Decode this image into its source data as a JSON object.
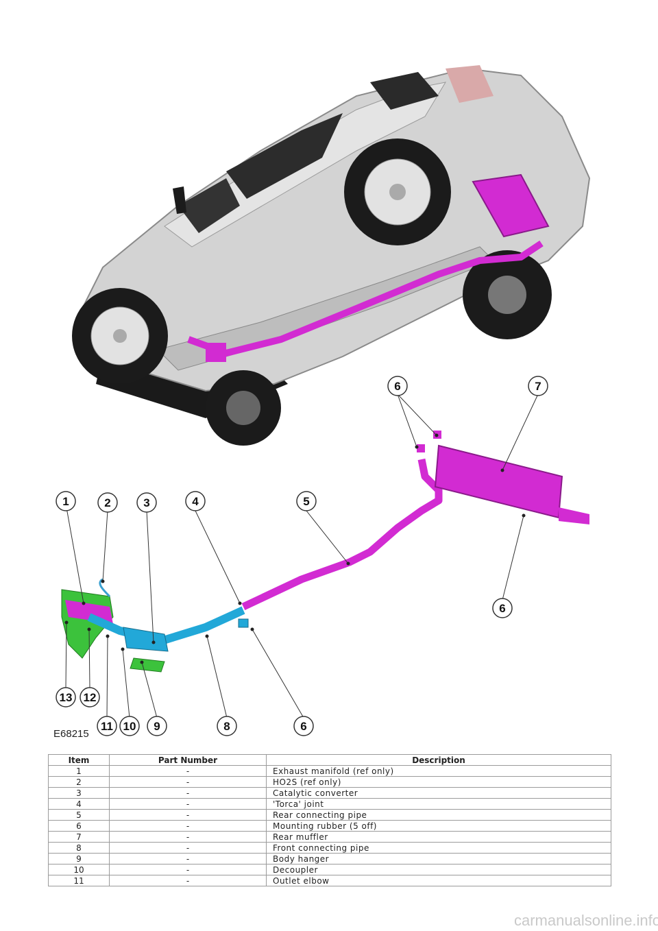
{
  "figure": {
    "code": "E68215",
    "callouts": [
      "1",
      "2",
      "3",
      "4",
      "5",
      "6",
      "7",
      "6",
      "6",
      "8",
      "9",
      "10",
      "11",
      "12",
      "13"
    ]
  },
  "table": {
    "headers": [
      "Item",
      "Part Number",
      "Description"
    ],
    "rows": [
      [
        "1",
        "-",
        "Exhaust manifold (ref only)"
      ],
      [
        "2",
        "-",
        "HO2S (ref only)"
      ],
      [
        "3",
        "-",
        "Catalytic converter"
      ],
      [
        "4",
        "-",
        "'Torca' joint"
      ],
      [
        "5",
        "-",
        "Rear connecting pipe"
      ],
      [
        "6",
        "-",
        "Mounting rubber (5 off)"
      ],
      [
        "7",
        "-",
        "Rear muffler"
      ],
      [
        "8",
        "-",
        "Front connecting pipe"
      ],
      [
        "9",
        "-",
        "Body hanger"
      ],
      [
        "10",
        "-",
        "Decoupler"
      ],
      [
        "11",
        "-",
        "Outlet elbow"
      ]
    ]
  },
  "watermark": "carmanualsonline.info",
  "colors": {
    "exhaust_magenta": "#d22bd2",
    "exhaust_cyan": "#22a8d8",
    "manifold_green": "#3cc23c",
    "body_silver": "#cfcfcf"
  }
}
